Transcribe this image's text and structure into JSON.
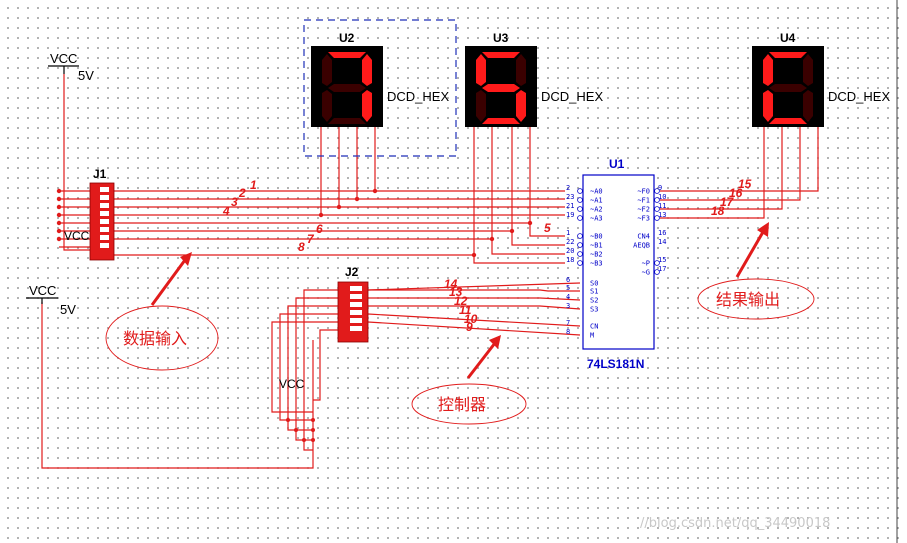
{
  "components": {
    "vcc_top": {
      "name": "VCC",
      "voltage": "5V"
    },
    "vcc_bottom": {
      "name": "VCC",
      "voltage": "5V"
    },
    "j1": {
      "ref": "J1",
      "vcc": "VCC"
    },
    "j2": {
      "ref": "J2",
      "vcc": "VCC"
    },
    "u2": {
      "ref": "U2",
      "type": "DCD_HEX",
      "digit": "7"
    },
    "u3": {
      "ref": "U3",
      "type": "DCD_HEX",
      "digit": "5"
    },
    "u4": {
      "ref": "U4",
      "type": "DCD_HEX",
      "digit": "C"
    },
    "u1": {
      "ref": "U1",
      "part": "74LS181N",
      "left_pins": [
        {
          "num": "2",
          "name": "~A0"
        },
        {
          "num": "23",
          "name": "~A1"
        },
        {
          "num": "21",
          "name": "~A2"
        },
        {
          "num": "19",
          "name": "~A3"
        },
        {
          "num": "1",
          "name": "~B0"
        },
        {
          "num": "22",
          "name": "~B1"
        },
        {
          "num": "20",
          "name": "~B2"
        },
        {
          "num": "18",
          "name": "~B3"
        },
        {
          "num": "6",
          "name": "S0"
        },
        {
          "num": "5",
          "name": "S1"
        },
        {
          "num": "4",
          "name": "S2"
        },
        {
          "num": "3",
          "name": "S3"
        },
        {
          "num": "7",
          "name": "CN"
        },
        {
          "num": "8",
          "name": "M"
        }
      ],
      "right_pins": [
        {
          "num": "9",
          "name": "~F0"
        },
        {
          "num": "10",
          "name": "~F1"
        },
        {
          "num": "11",
          "name": "~F2"
        },
        {
          "num": "13",
          "name": "~F3"
        },
        {
          "num": "16",
          "name": "CN4"
        },
        {
          "num": "14",
          "name": "AEQB"
        },
        {
          "num": "15",
          "name": "~P"
        },
        {
          "num": "17",
          "name": "~G"
        }
      ]
    }
  },
  "nets": {
    "n1": "1",
    "n2": "2",
    "n3": "3",
    "n4": "4",
    "n5": "5",
    "n6": "6",
    "n7": "7",
    "n8": "8",
    "n9": "9",
    "n10": "10",
    "n11": "11",
    "n12": "12",
    "n13": "13",
    "n14": "14",
    "n15": "15",
    "n16": "16",
    "n17": "17",
    "n18": "18"
  },
  "annotations": {
    "data_input": "数据输入",
    "controller": "控制器",
    "result_output": "结果输出"
  },
  "watermark": "//blog.csdn.net/qq_34490018",
  "colors": {
    "wire": "#e11b1b",
    "chip": "#0000c8",
    "display_bg": "#000000",
    "segment_on": "#ff1a1a",
    "segment_off": "#3a0000"
  }
}
